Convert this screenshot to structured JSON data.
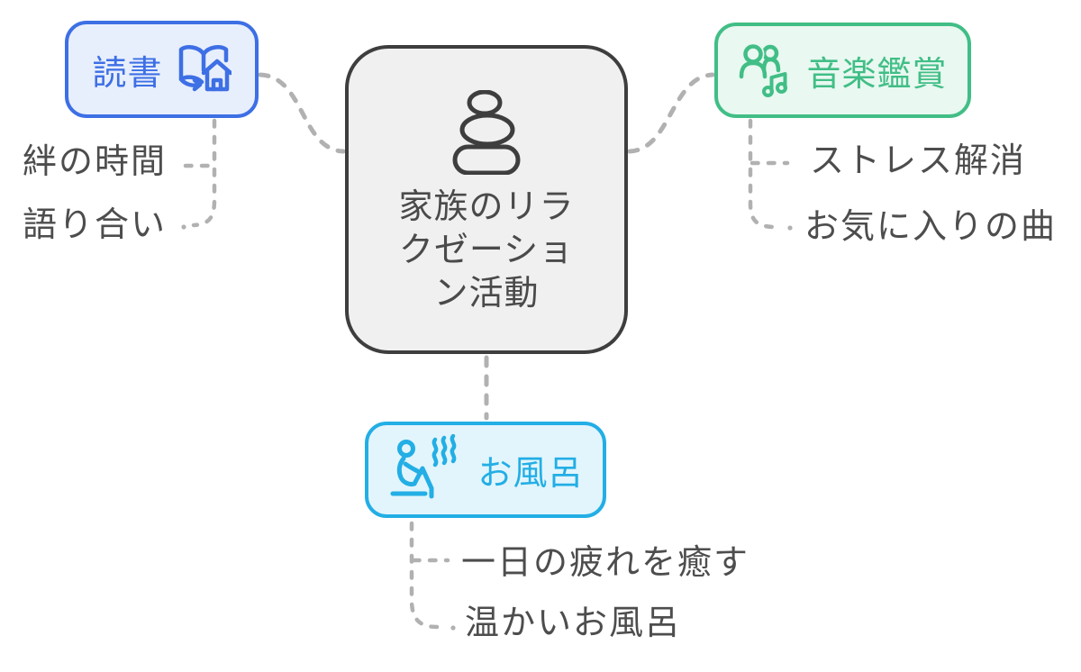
{
  "center": {
    "label": "家族のリラクゼーション活動",
    "lines": [
      "家族のリラ",
      "クゼーショ",
      "ン活動"
    ],
    "icon": "zen-stones-icon"
  },
  "branches": {
    "reading": {
      "label": "読書",
      "icon": "open-book-house-icon",
      "children": [
        "絆の時間",
        "語り合い"
      ]
    },
    "music": {
      "label": "音楽鑑賞",
      "icon": "people-music-note-icon",
      "children": [
        "ストレス解消",
        "お気に入りの曲"
      ]
    },
    "bath": {
      "label": "お風呂",
      "icon": "bathing-person-steam-icon",
      "children": [
        "一日の疲れを癒す",
        "温かいお風呂"
      ]
    }
  },
  "colors": {
    "blue": "#3D6FE5",
    "blue-bg": "#E8EFFC",
    "green": "#41BE86",
    "green-bg": "#E9F8F1",
    "cyan": "#23AEE5",
    "cyan-bg": "#E2F5FC",
    "center-border": "#3E3E3E",
    "center-bg": "#F0F0F0",
    "center-text": "#4A4A4A",
    "leaf-text": "#4D4D4D",
    "connector": "#B1B1B1",
    "canvas-bg": "#FFFFFF"
  }
}
